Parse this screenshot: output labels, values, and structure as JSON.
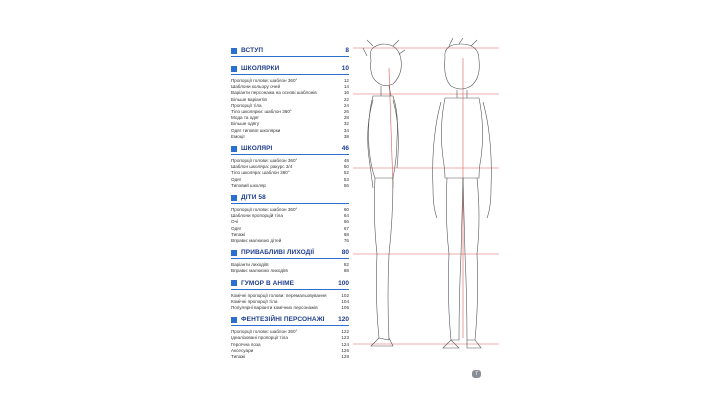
{
  "toc": [
    {
      "title": "ВСТУП",
      "page": "8",
      "entries": []
    },
    {
      "title": "ШКОЛЯРКИ",
      "page": "10",
      "entries": [
        {
          "label": "Пропорції голови: шаблон 360°",
          "page": "12"
        },
        {
          "label": "Шаблони кольору очей",
          "page": "14"
        },
        {
          "label": "Варіанти персонажа на основі шаблонів",
          "page": "16"
        },
        {
          "label": "Більше варіантів",
          "page": "22"
        },
        {
          "label": "Пропорції тіла",
          "page": "24"
        },
        {
          "label": "Тіло школярки: шаблон 360°",
          "page": "26"
        },
        {
          "label": "Мода та одяг",
          "page": "28"
        },
        {
          "label": "Більше одягу",
          "page": "32"
        },
        {
          "label": "Одяг типової школярки",
          "page": "34"
        },
        {
          "label": "Емоції",
          "page": "38"
        }
      ]
    },
    {
      "title": "ШКОЛЯРІ",
      "page": "46",
      "entries": [
        {
          "label": "Пропорції голови: шаблон 360°",
          "page": "48"
        },
        {
          "label": "Шаблон школяра: ракурс 3/4",
          "page": "50"
        },
        {
          "label": "Тіло школяра: шаблон 360°",
          "page": "52"
        },
        {
          "label": "Одяг",
          "page": "53"
        },
        {
          "label": "Типовий школяр",
          "page": "56"
        }
      ]
    },
    {
      "title": "ДІТИ 58",
      "page": "",
      "entries": [
        {
          "label": "Пропорції голови: шаблон 360°",
          "page": "60"
        },
        {
          "label": "Шаблони пропорцій тіла",
          "page": "64"
        },
        {
          "label": "Очі",
          "page": "66"
        },
        {
          "label": "Одяг",
          "page": "67"
        },
        {
          "label": "Типажі",
          "page": "68"
        },
        {
          "label": "Вправи: малюємо дітей",
          "page": "76"
        }
      ]
    },
    {
      "title": "ПРИВАБЛИВІ ЛИХОДІЇ",
      "page": "80",
      "entries": [
        {
          "label": "Варіанти лиходіїв",
          "page": "82"
        },
        {
          "label": "Вправи: малюємо лиходіїв",
          "page": "88"
        }
      ]
    },
    {
      "title": "ГУМОР В АНІМЕ",
      "page": "100",
      "entries": [
        {
          "label": "Комічні пропорції голови: перемальовування",
          "page": "102"
        },
        {
          "label": "Комічні пропорції тіла",
          "page": "104"
        },
        {
          "label": "Популярні варіанти комічних персонажів",
          "page": "106"
        }
      ]
    },
    {
      "title": "ФЕНТЕЗІЙНІ ПЕРСОНАЖІ",
      "page": "120",
      "entries": [
        {
          "label": "Пропорції голови: шаблон 360°",
          "page": "122"
        },
        {
          "label": "Ідеалізовані пропорції тіла",
          "page": "123"
        },
        {
          "label": "Героїчна поза",
          "page": "124"
        },
        {
          "label": "Аксесуари",
          "page": "126"
        },
        {
          "label": "Типажі",
          "page": "128"
        }
      ]
    }
  ],
  "page_number": "7",
  "colors": {
    "accent": "#2a6fd1",
    "heading": "#1e3d8f",
    "guide": "#e05a5a"
  },
  "figure": {
    "icon": "anime-body-proportion-sketch"
  }
}
